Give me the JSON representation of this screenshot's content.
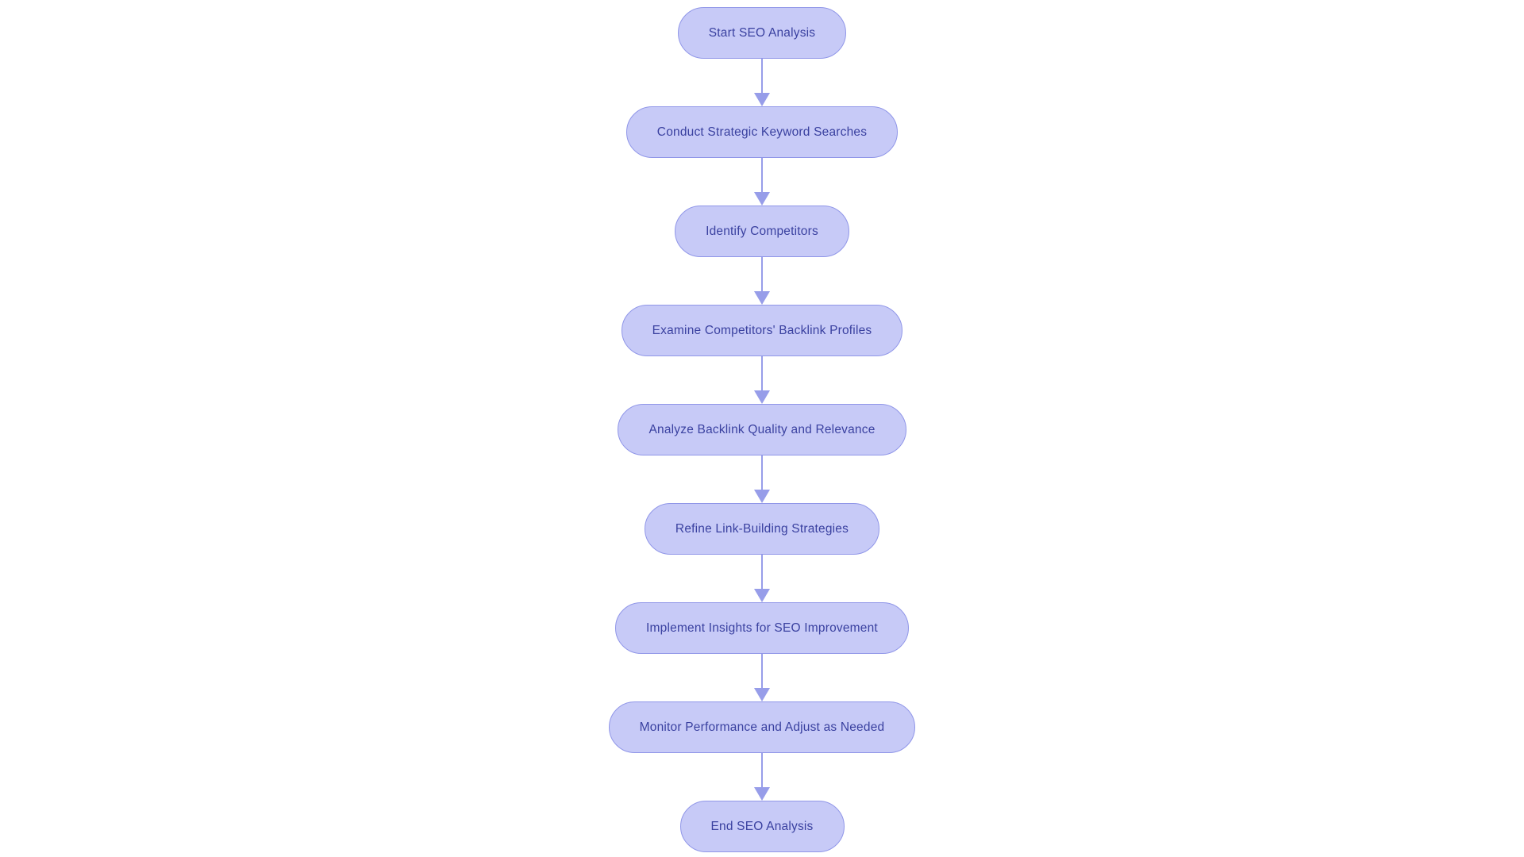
{
  "flowchart": {
    "type": "flowchart",
    "direction": "top-to-bottom",
    "nodes": [
      {
        "id": "start",
        "label": "Start SEO Analysis"
      },
      {
        "id": "keywords",
        "label": "Conduct Strategic Keyword Searches"
      },
      {
        "id": "identify",
        "label": "Identify Competitors"
      },
      {
        "id": "examine",
        "label": "Examine Competitors' Backlink Profiles"
      },
      {
        "id": "analyze",
        "label": "Analyze Backlink Quality and Relevance"
      },
      {
        "id": "refine",
        "label": "Refine Link-Building Strategies"
      },
      {
        "id": "implement",
        "label": "Implement Insights for SEO Improvement"
      },
      {
        "id": "monitor",
        "label": "Monitor Performance and Adjust as Needed"
      },
      {
        "id": "end",
        "label": "End SEO Analysis"
      }
    ],
    "edges": [
      {
        "from": "start",
        "to": "keywords"
      },
      {
        "from": "keywords",
        "to": "identify"
      },
      {
        "from": "identify",
        "to": "examine"
      },
      {
        "from": "examine",
        "to": "analyze"
      },
      {
        "from": "analyze",
        "to": "refine"
      },
      {
        "from": "refine",
        "to": "implement"
      },
      {
        "from": "implement",
        "to": "monitor"
      },
      {
        "from": "monitor",
        "to": "end"
      }
    ],
    "colors": {
      "node_fill": "#c7caf7",
      "node_border": "#9096e8",
      "node_text": "#3a41a0",
      "arrow": "#979de9",
      "background": "#ffffff"
    }
  }
}
